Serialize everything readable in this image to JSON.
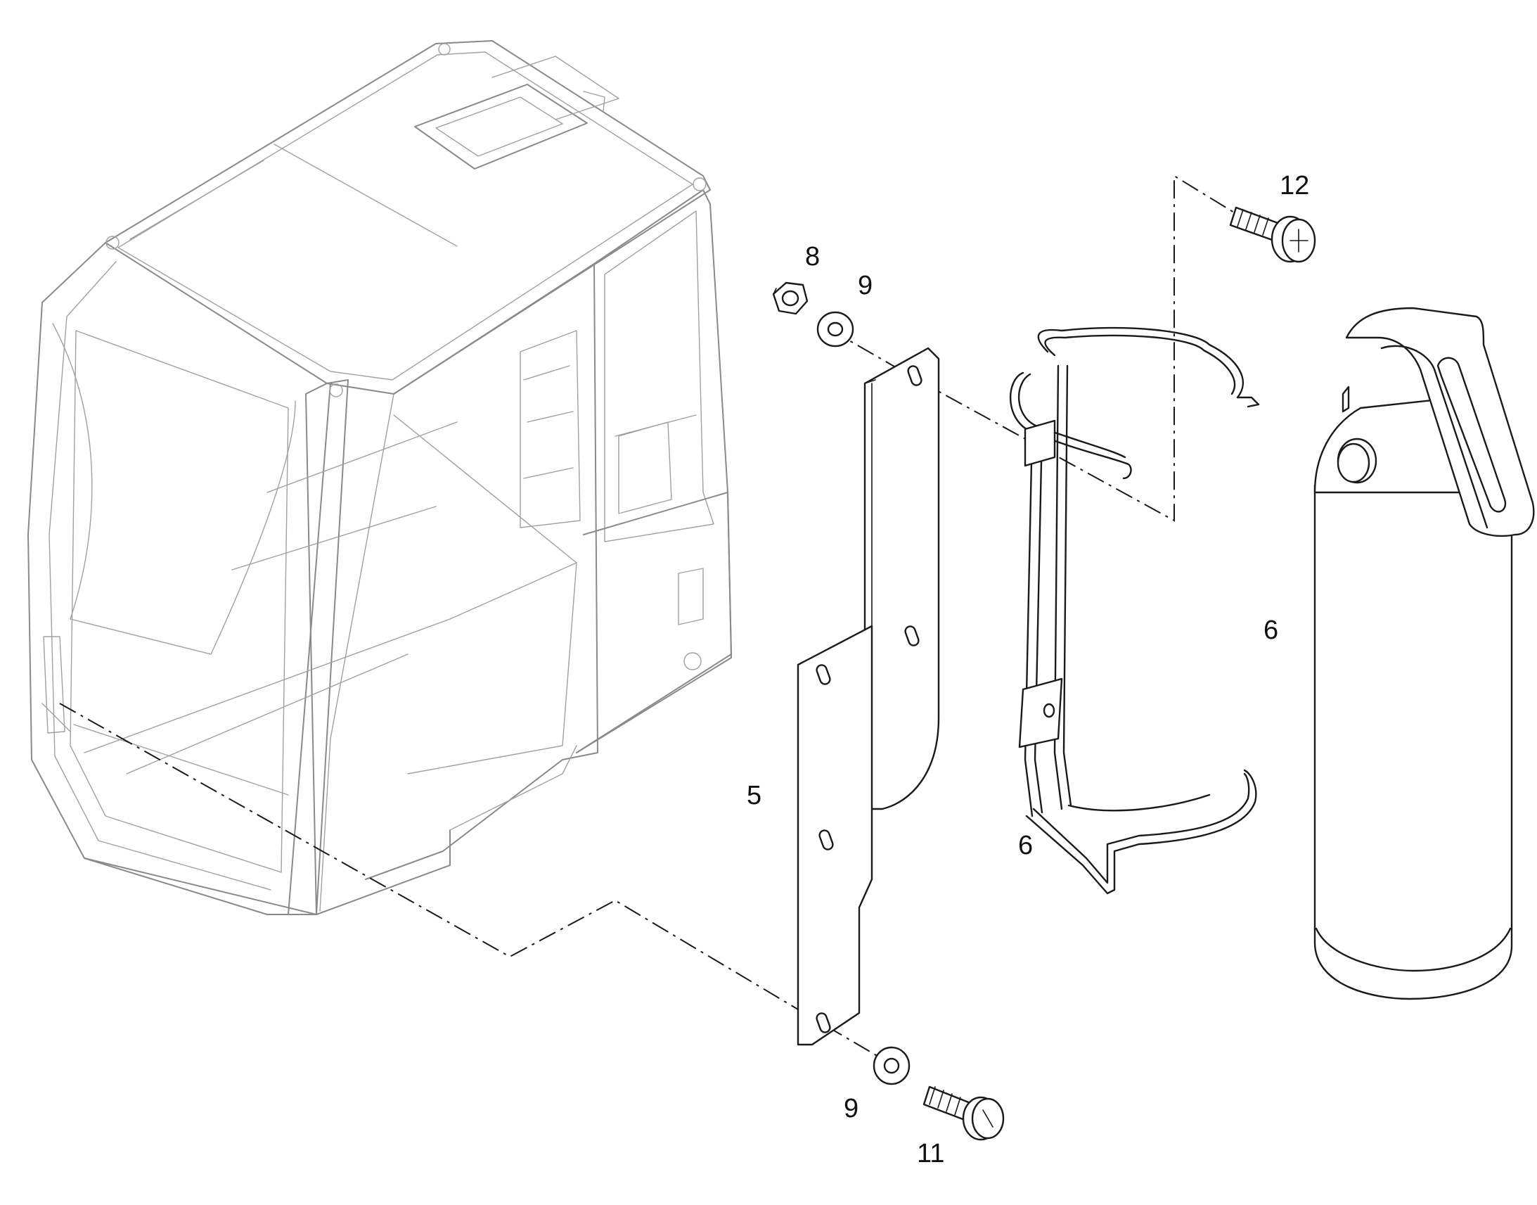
{
  "callouts": {
    "c5": "5",
    "c6_bracket": "6",
    "c6_extinguisher": "6",
    "c8": "8",
    "c9_top": "9",
    "c9_bottom": "9",
    "c11": "11",
    "c12": "12"
  },
  "colors": {
    "line": "#1a1a1a",
    "ghost_line": "#8a8a8a",
    "background": "#ffffff"
  }
}
